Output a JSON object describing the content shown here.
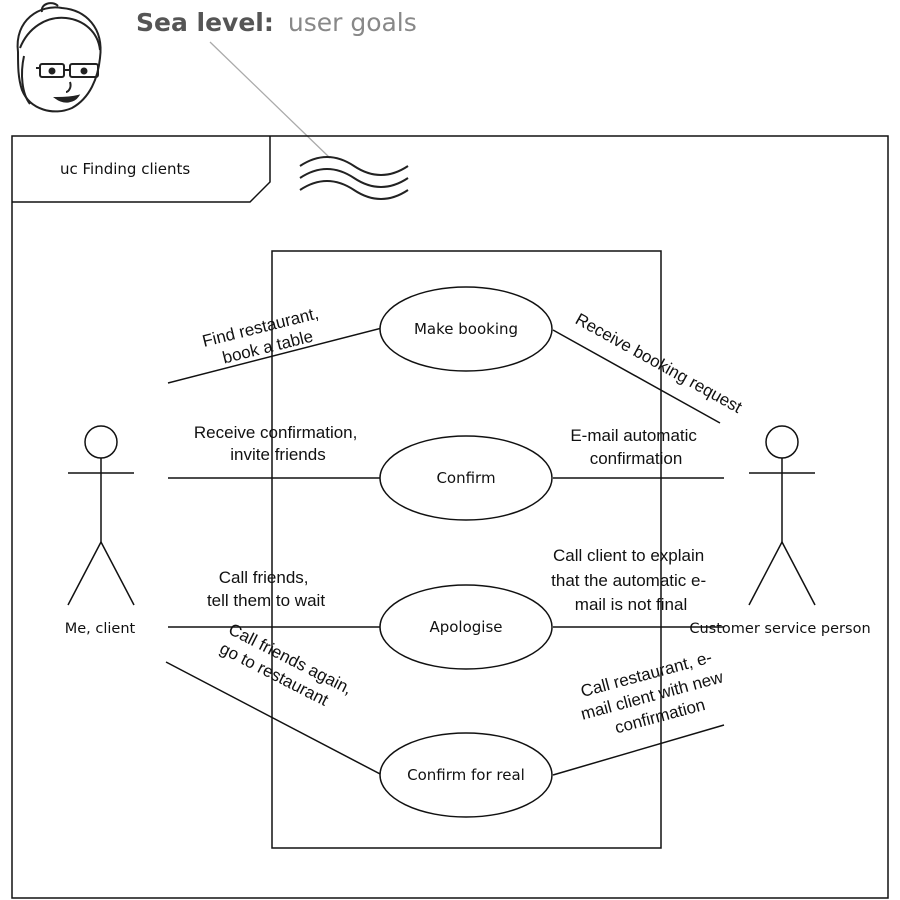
{
  "header": {
    "level_bold": "Sea level:",
    "level_rest": "user goals"
  },
  "diagram": {
    "frame_title": "uc Finding clients",
    "actors": {
      "left": "Me, client",
      "right": "Customer service person"
    },
    "use_cases": {
      "make_booking": "Make booking",
      "confirm": "Confirm",
      "apologise": "Apologise",
      "confirm_real": "Confirm for real"
    },
    "labels": {
      "find_restaurant": [
        "Find restaurant,",
        "book a table"
      ],
      "receive_booking": "Receive booking request",
      "receive_confirmation": [
        "Receive confirmation,",
        "invite friends"
      ],
      "email_automatic": [
        "E-mail automatic",
        "confirmation"
      ],
      "call_friends": [
        "Call friends,",
        "tell them to wait"
      ],
      "call_client": [
        "Call client to explain",
        "that the automatic e-",
        "mail is not final"
      ],
      "call_friends_again": [
        "Call friends again,",
        "go to restaurant"
      ],
      "call_restaurant": [
        "Call restaurant, e-",
        "mail client with new",
        "confirmation"
      ]
    }
  }
}
